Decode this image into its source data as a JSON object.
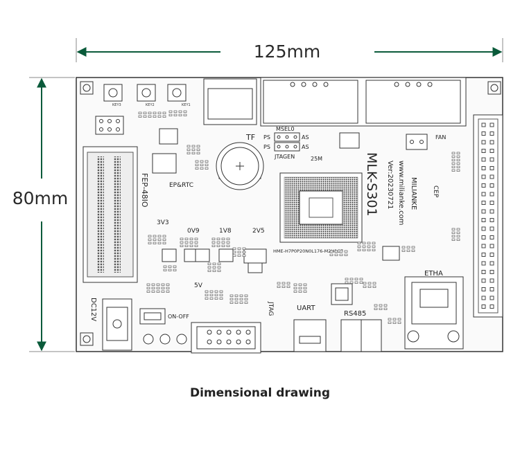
{
  "dimensions": {
    "width_label": "125mm",
    "height_label": "80mm"
  },
  "caption": "Dimensional drawing",
  "board": {
    "model": "MLK-S301",
    "version": "Ver:20230721",
    "website": "www.milianke.com",
    "brand": "MILIANKE",
    "chip_label": "HME-H7P0P20N0L176-M2H1C7",
    "labels": {
      "tf": "TF",
      "msel": "MSEL0",
      "ps1": "PS",
      "as1": "AS",
      "ps2": "PS",
      "as2": "AS",
      "jtagen": "JTAGEN",
      "osc": "25M",
      "fan": "FAN",
      "fep": "FEP-48IO",
      "eprtc": "EP&RTC",
      "v3v3": "3V3",
      "v0v9": "0V9",
      "v1v8": "1V8",
      "v2v5": "2V5",
      "v5v": "5V",
      "cep": "CEP",
      "etha": "ETHA",
      "uart": "UART",
      "rs485": "RS485",
      "jtag": "JTAG",
      "dc12v": "DC12V",
      "onoff": "ON-OFF",
      "key3": "KEY3",
      "key2": "KEY2",
      "key1": "KEY1"
    }
  }
}
